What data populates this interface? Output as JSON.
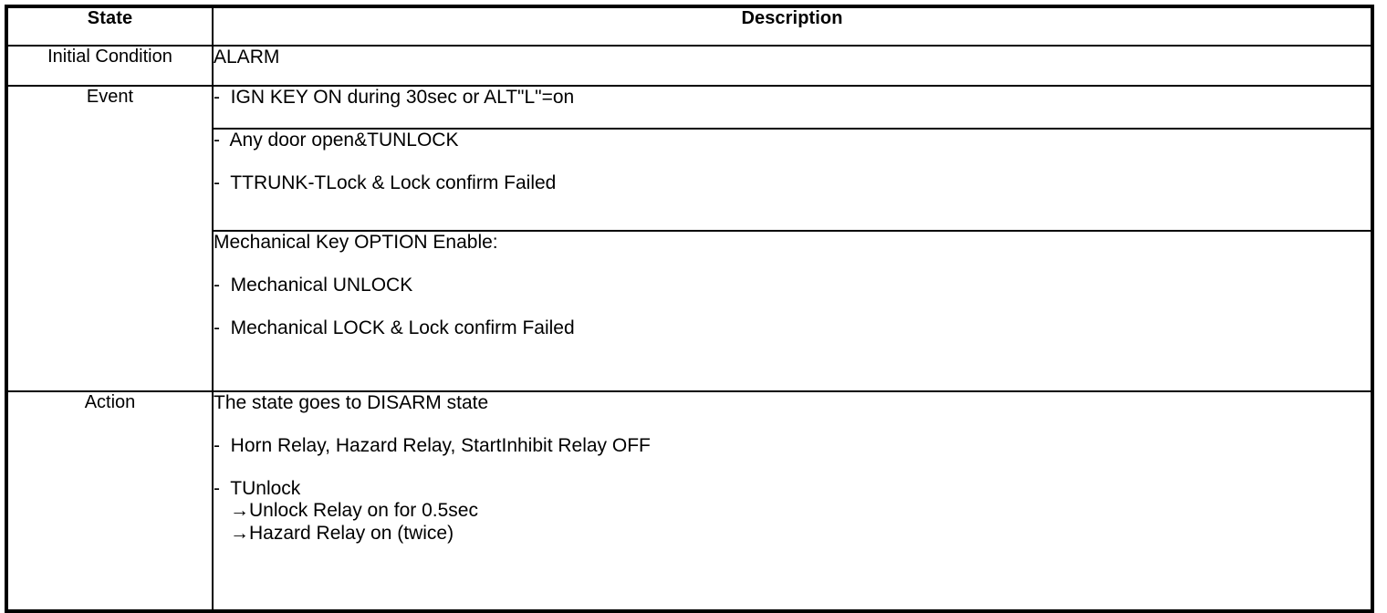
{
  "table": {
    "headers": {
      "state": "State",
      "description": "Description"
    },
    "rows": [
      {
        "state": "Initial Condition",
        "lines": [
          "ALARM"
        ]
      },
      {
        "state": "Event",
        "groups": [
          {
            "lines": [
              "-  IGN KEY ON during 30sec or ALT\"L\"=on"
            ]
          },
          {
            "lines": [
              "-  Any door open&TUNLOCK",
              "",
              "-  TTRUNK-TLock & Lock confirm Failed"
            ]
          },
          {
            "lines": [
              "Mechanical Key OPTION Enable:",
              "",
              "-  Mechanical UNLOCK",
              "",
              "-  Mechanical LOCK & Lock confirm Failed"
            ]
          }
        ]
      },
      {
        "state": "Action",
        "lines": [
          "The state goes to DISARM state",
          "",
          "-  Horn Relay, Hazard Relay, StartInhibit Relay OFF",
          "",
          "-  TUnlock",
          "→Unlock Relay on for 0.5sec",
          "→Hazard Relay on (twice)"
        ]
      }
    ]
  },
  "content": {
    "header_state": "State",
    "header_description": "Description",
    "state_initial_condition": "Initial Condition",
    "state_event": "Event",
    "state_action": "Action",
    "alarm": "ALARM",
    "event_ign": "-  IGN KEY ON during 30sec or ALT\"L\"=on",
    "event_anydoor": "-  Any door open&TUNLOCK",
    "event_ttrunk": "-  TTRUNK-TLock & Lock confirm Failed",
    "event_mech_title": "Mechanical Key OPTION Enable:",
    "event_mech_unlock": "-  Mechanical UNLOCK",
    "event_mech_lock": "-  Mechanical LOCK & Lock confirm Failed",
    "action_disarm": "The state goes to DISARM state",
    "action_relays_off": "-  Horn Relay, Hazard Relay, StartInhibit Relay OFF",
    "action_tunlock": "-  TUnlock",
    "action_unlock_relay": "→Unlock Relay on for 0.5sec",
    "action_hazard_relay": "→Hazard Relay on (twice)"
  },
  "colors": {
    "border": "#000000",
    "text": "#000000",
    "background": "#ffffff"
  }
}
